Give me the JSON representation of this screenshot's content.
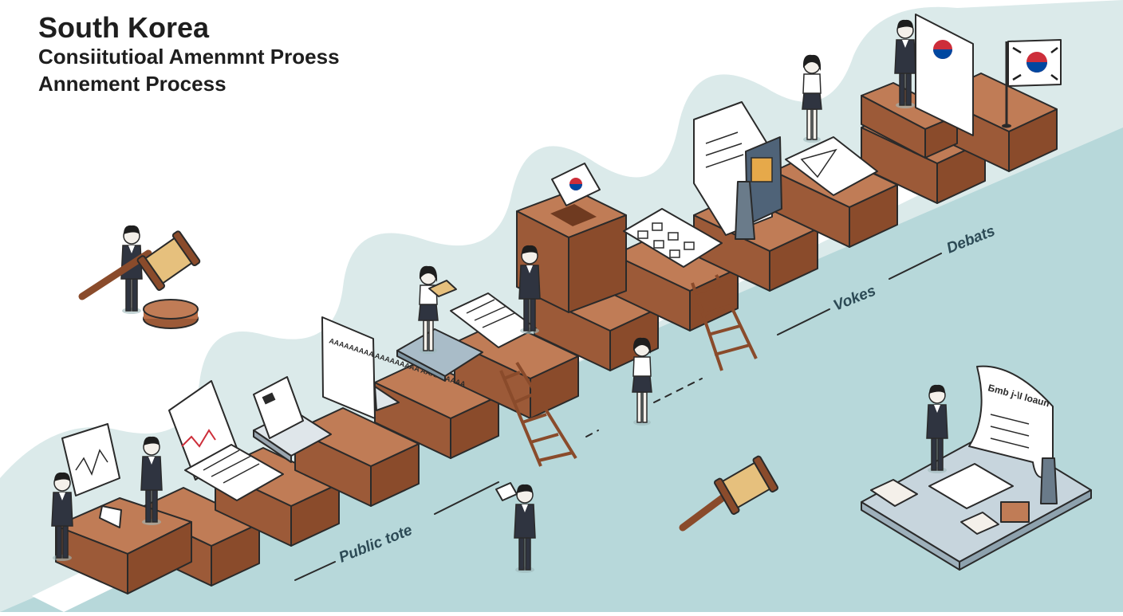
{
  "title": {
    "country": "South Korea",
    "line2": "Consiitutioal Amenmnt Proess",
    "line3": "Annement Process"
  },
  "labels": {
    "public_vote": "Public tote",
    "votes": "Vokes",
    "debates": "Debats"
  },
  "documents": {
    "sign_text": "AAAAAAAAA AAAAAAAAA AAAAAAAAA",
    "right_scroll_title": "Бmb j-\\I loaun"
  },
  "colors": {
    "background": "#ffffff",
    "sea": "#b7d8da",
    "wave": "#dbeaea",
    "platform_top": "#c07c56",
    "platform_side": "#9c5a38",
    "ink": "#2a2a2a",
    "suit": "#2f3440",
    "flag_red": "#cd2e3a",
    "flag_blue": "#0047a0"
  },
  "icons": [
    "gavel-icon",
    "ballot-box-icon",
    "korean-flag-icon",
    "ladder-icon",
    "document-icon",
    "book-icon",
    "podium-icon"
  ]
}
